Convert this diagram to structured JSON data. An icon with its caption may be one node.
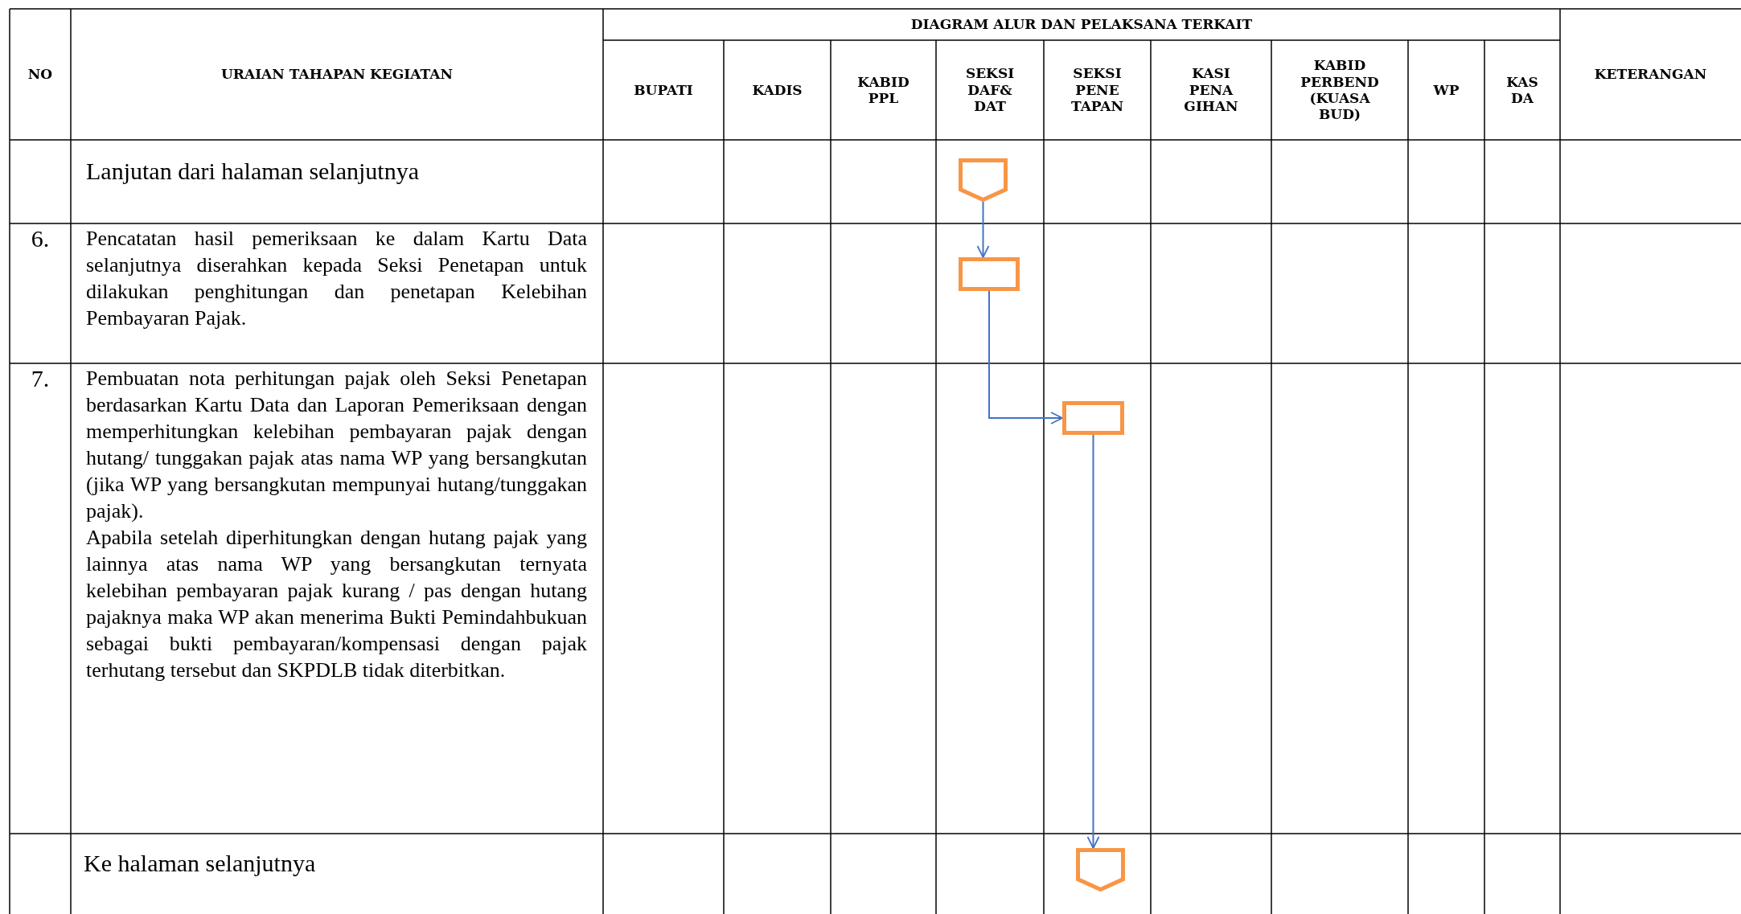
{
  "diagram": {
    "nodes": [
      {
        "text": [],
        "shape": "pentagon"
      },
      {
        "text": [],
        "shape": "box"
      },
      {
        "text": [],
        "shape": "box"
      },
      {
        "text": [],
        "shape": "pentagon"
      }
    ],
    "edges": [
      {
        "from": 0,
        "to": 1,
        "arrow": "to"
      },
      {
        "from": 1,
        "to": 2,
        "arrow": "to"
      },
      {
        "from": 2,
        "to": 3,
        "arrow": "to"
      }
    ],
    "labels": [
      "NO",
      "URAIAN TAHAPAN KEGIATAN",
      "DIAGRAM ALUR DAN PELAKSANA TERKAIT",
      "BUPATI",
      "KADIS",
      "KABID PPL",
      "SEKSI DAF& DAT",
      "SEKSI PENE TAPAN",
      "KASI PENA GIHAN",
      "KABID PERBEND (KUASA BUD)",
      "WP",
      "KAS DA",
      "KETERANGAN",
      "Lanjutan dari halaman selanjutnya",
      "6.",
      "Pencatatan hasil pemeriksaan  ke dalam Kartu Data selanjutnya diserahkan kepada Seksi Penetapan untuk dilakukan penghitungan dan  penetapan Kelebihan Pembayaran Pajak.",
      "7.",
      "Pembuatan nota perhitungan pajak oleh Seksi Penetapan berdasarkan Kartu Data dan Laporan Pemeriksaan dengan memperhitungkan kelebihan pembayaran pajak  dengan hutang/ tunggakan pajak atas nama WP yang bersangkutan (jika WP yang bersangkutan mempunyai hutang/tunggakan pajak).",
      "Apabila setelah diperhitungkan dengan hutang pajak  yang lainnya atas nama WP yang bersangkutan ternyata kelebihan pembayaran pajak  kurang / pas dengan hutang pajaknya maka WP akan menerima Bukti Pemindahbukuan  sebagai bukti pembayaran/kompensasi dengan pajak terhutang tersebut dan SKPDLB tidak diterbitkan.",
      "Ke halaman selanjutnya"
    ]
  }
}
